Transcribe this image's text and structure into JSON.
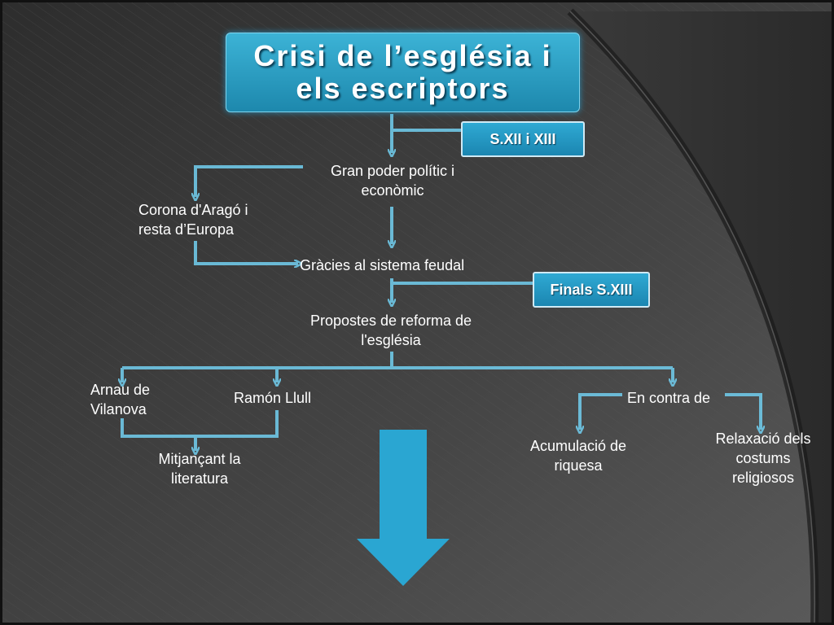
{
  "title": {
    "line1": "Crisi de l’església i",
    "line2": "els escriptors"
  },
  "tags": {
    "century": "S.XII i XIII",
    "late_century": "Finals S.XIII"
  },
  "nodes": {
    "power": {
      "line1": "Gran poder polític i",
      "line2": "econòmic"
    },
    "corona": {
      "line1": "Corona d'Aragó i",
      "line2": "resta d’Europa"
    },
    "feudal": "Gràcies al sistema feudal",
    "reform": {
      "line1": "Propostes de reforma de",
      "line2": "l'església"
    },
    "arnau": {
      "line1": "Arnau de",
      "line2": "Vilanova"
    },
    "ramon": "Ramón Llull",
    "literature": {
      "line1": "Mitjançant la",
      "line2": "literatura"
    },
    "against": "En contra de",
    "wealth": {
      "line1": "Acumulació de",
      "line2": "riquesa"
    },
    "relax": {
      "line1": "Relaxació dels",
      "line2": "costums",
      "line3": "religiosos"
    }
  },
  "colors": {
    "accent": "#2aa6d2",
    "connector": "#6fc7e6",
    "text": "#ffffff"
  }
}
